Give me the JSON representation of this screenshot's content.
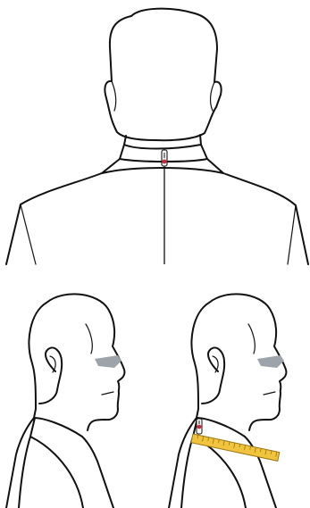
{
  "illustration": {
    "panels": [
      {
        "name": "back-view"
      },
      {
        "name": "profile-view"
      },
      {
        "name": "profile-view-with-ruler"
      }
    ]
  },
  "colors": {
    "line": "#111111",
    "eye": "#9da3aa",
    "ruler": "#f0c43c",
    "ruler_edge": "#9a7414",
    "marker": "#c9283f"
  },
  "icons": {
    "marker": "marker-icon",
    "ruler": "ruler-icon"
  }
}
